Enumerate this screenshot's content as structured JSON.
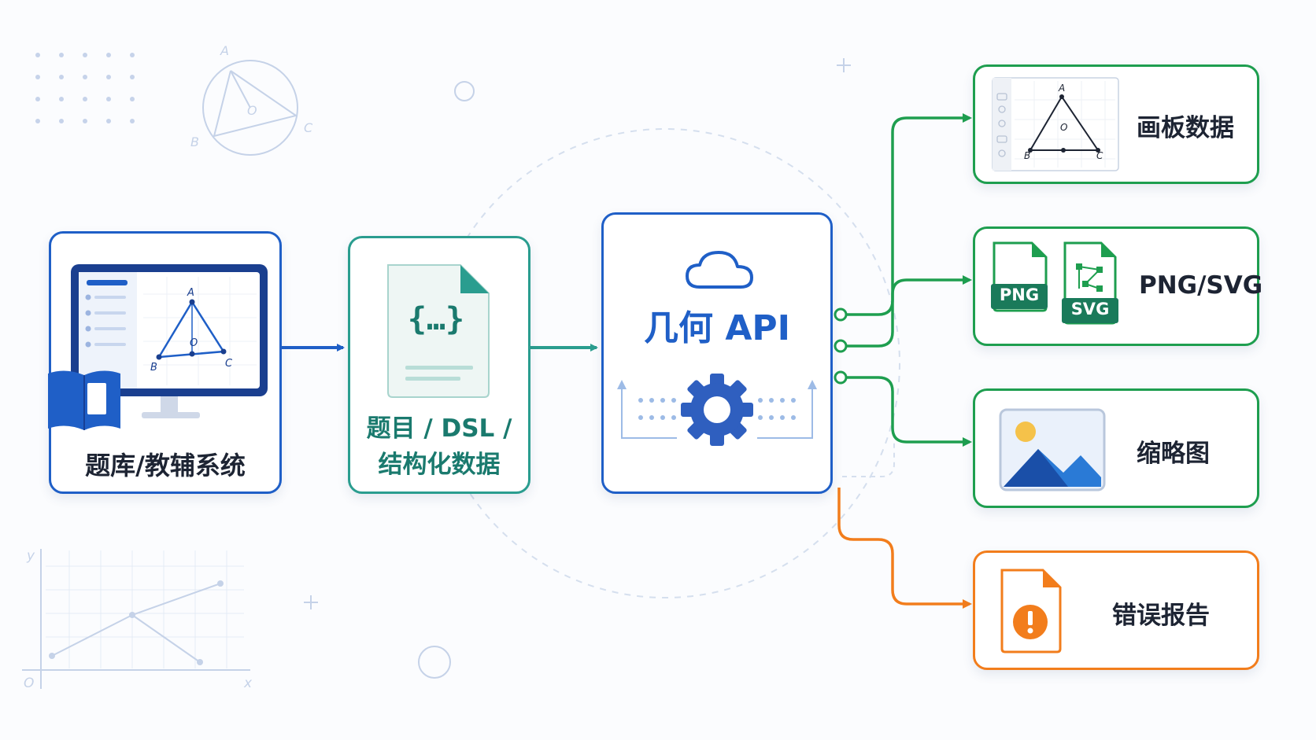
{
  "colors": {
    "blue": "#1f5fc7",
    "teal": "#2a9d8f",
    "green": "#1e9e4f",
    "orange": "#f27d1c",
    "gear": "#2f5fbf"
  },
  "background_sketch": {
    "circle_labels": [
      "A",
      "O",
      "B",
      "C"
    ],
    "axis_labels": [
      "y",
      "x",
      "O"
    ]
  },
  "nodes": {
    "source": {
      "label": "题库/教辅系统",
      "screen_labels": [
        "A",
        "O",
        "B",
        "C"
      ],
      "icons": [
        "monitor-icon",
        "book-icon"
      ]
    },
    "dsl": {
      "label_line1": "题目 / DSL /",
      "label_line2": "结构化数据",
      "doc_glyph": "{…}",
      "icons": [
        "code-document-icon"
      ]
    },
    "api": {
      "label": "几何 API",
      "icons": [
        "cloud-icon",
        "gear-icon"
      ]
    }
  },
  "outputs": [
    {
      "label": "画板数据",
      "color": "green",
      "icon": "canvas-board-icon",
      "canvas_labels": [
        "A",
        "O",
        "B",
        "C"
      ]
    },
    {
      "label": "PNG/SVG",
      "color": "green",
      "icon": "png-svg-files-icon",
      "file_tags": [
        "PNG",
        "SVG"
      ]
    },
    {
      "label": "缩略图",
      "color": "green",
      "icon": "thumbnail-image-icon"
    },
    {
      "label": "错误报告",
      "color": "orange",
      "icon": "error-document-icon"
    }
  ]
}
